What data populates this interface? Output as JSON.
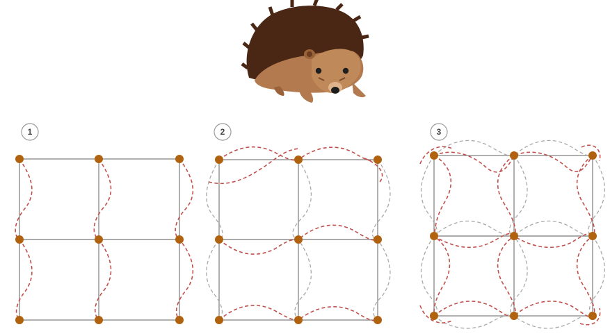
{
  "steps": [
    {
      "label": "1"
    },
    {
      "label": "2"
    },
    {
      "label": "3"
    }
  ],
  "colors": {
    "grid": "#8f8f8f",
    "red_path": "#c0504d",
    "gray_path": "#a9a9a9",
    "dot": "#b0620f",
    "hedgehog_spines": "#4a2614",
    "hedgehog_body": "#b27a4e"
  },
  "icons": {
    "mascot": "hedgehog-icon"
  }
}
